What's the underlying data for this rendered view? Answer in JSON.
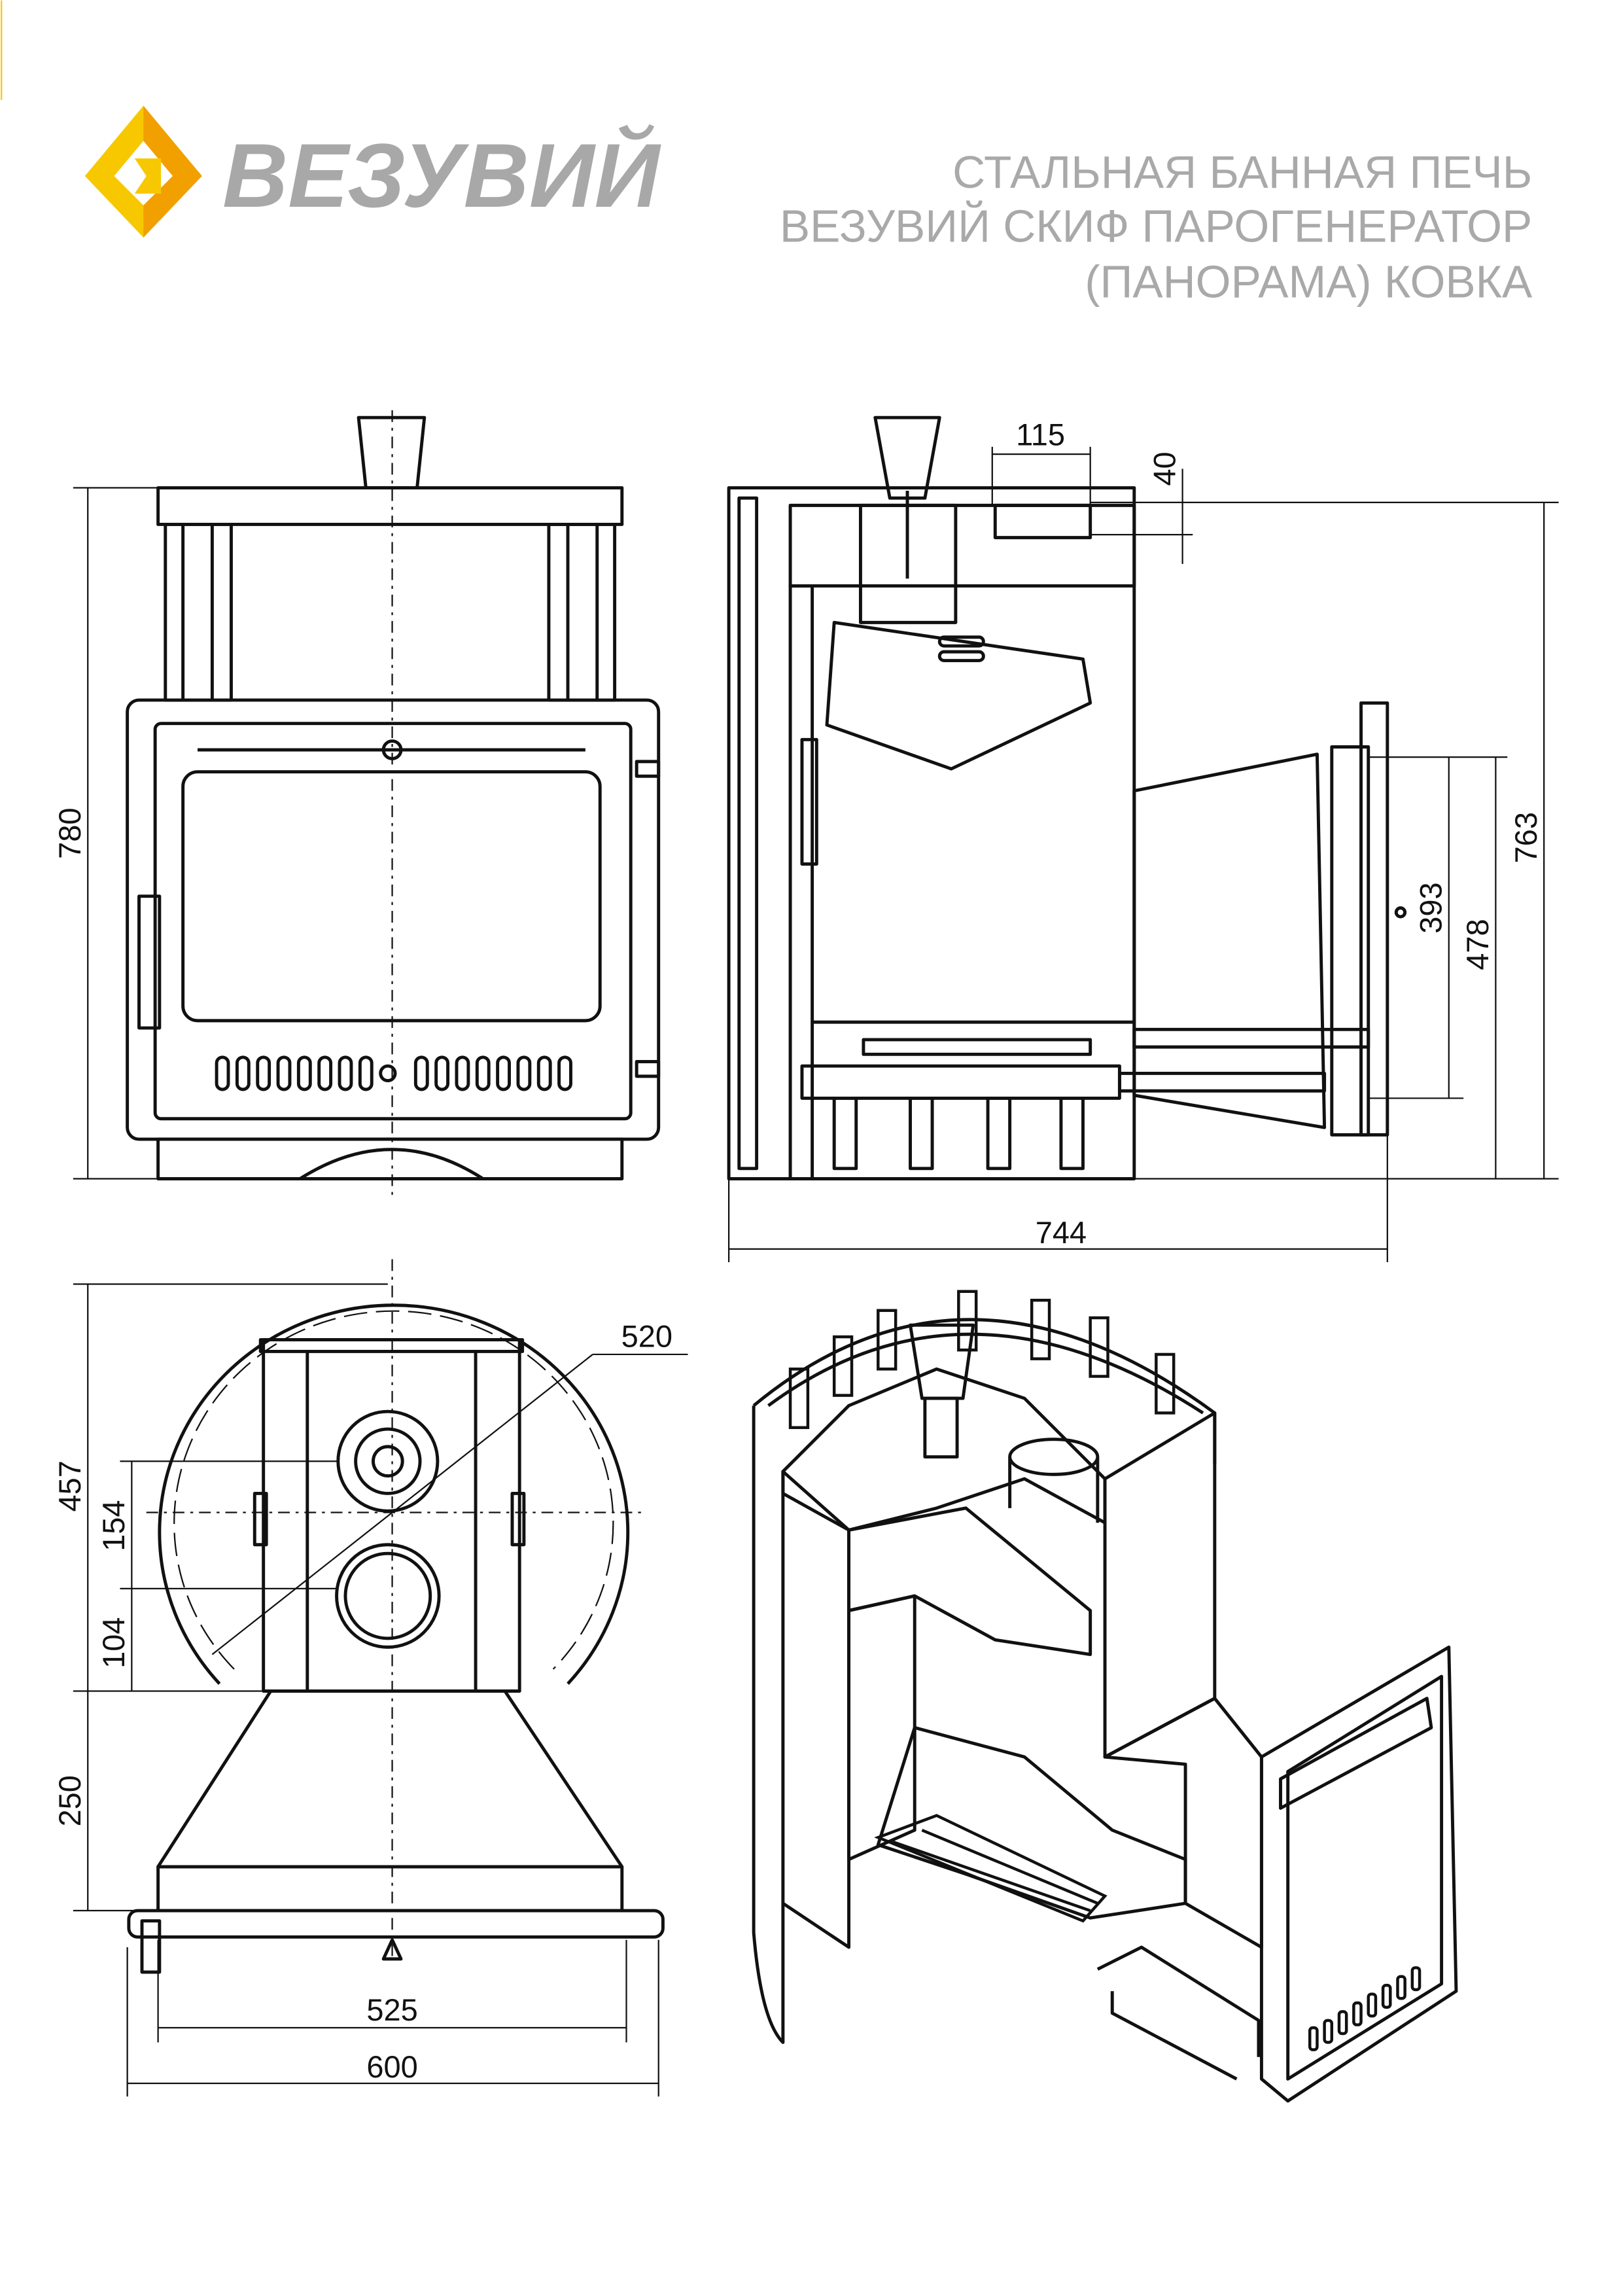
{
  "brand": {
    "logo_text": "ВЕЗУВИЙ",
    "accent": "#F7C800",
    "accent_dark": "#F29F00"
  },
  "title": {
    "lines": [
      "СТАЛЬНАЯ БАННАЯ ПЕЧЬ",
      "ВЕЗУВИЙ СКИФ ПАРОГЕНЕРАТОР",
      "(ПАНОРАМА) КОВКА"
    ],
    "color": "#a9a9a9"
  },
  "front_view": {
    "height": "780"
  },
  "side_view": {
    "chimney_offset": "115",
    "chimney_height": "40",
    "opening_393": "393",
    "door_478": "478",
    "height_763": "763",
    "depth_744": "744"
  },
  "top_view": {
    "depth_457": "457",
    "d154": "154",
    "d104": "104",
    "diameter": "520",
    "tunnel_250": "250",
    "width_525": "525",
    "width_600": "600"
  }
}
